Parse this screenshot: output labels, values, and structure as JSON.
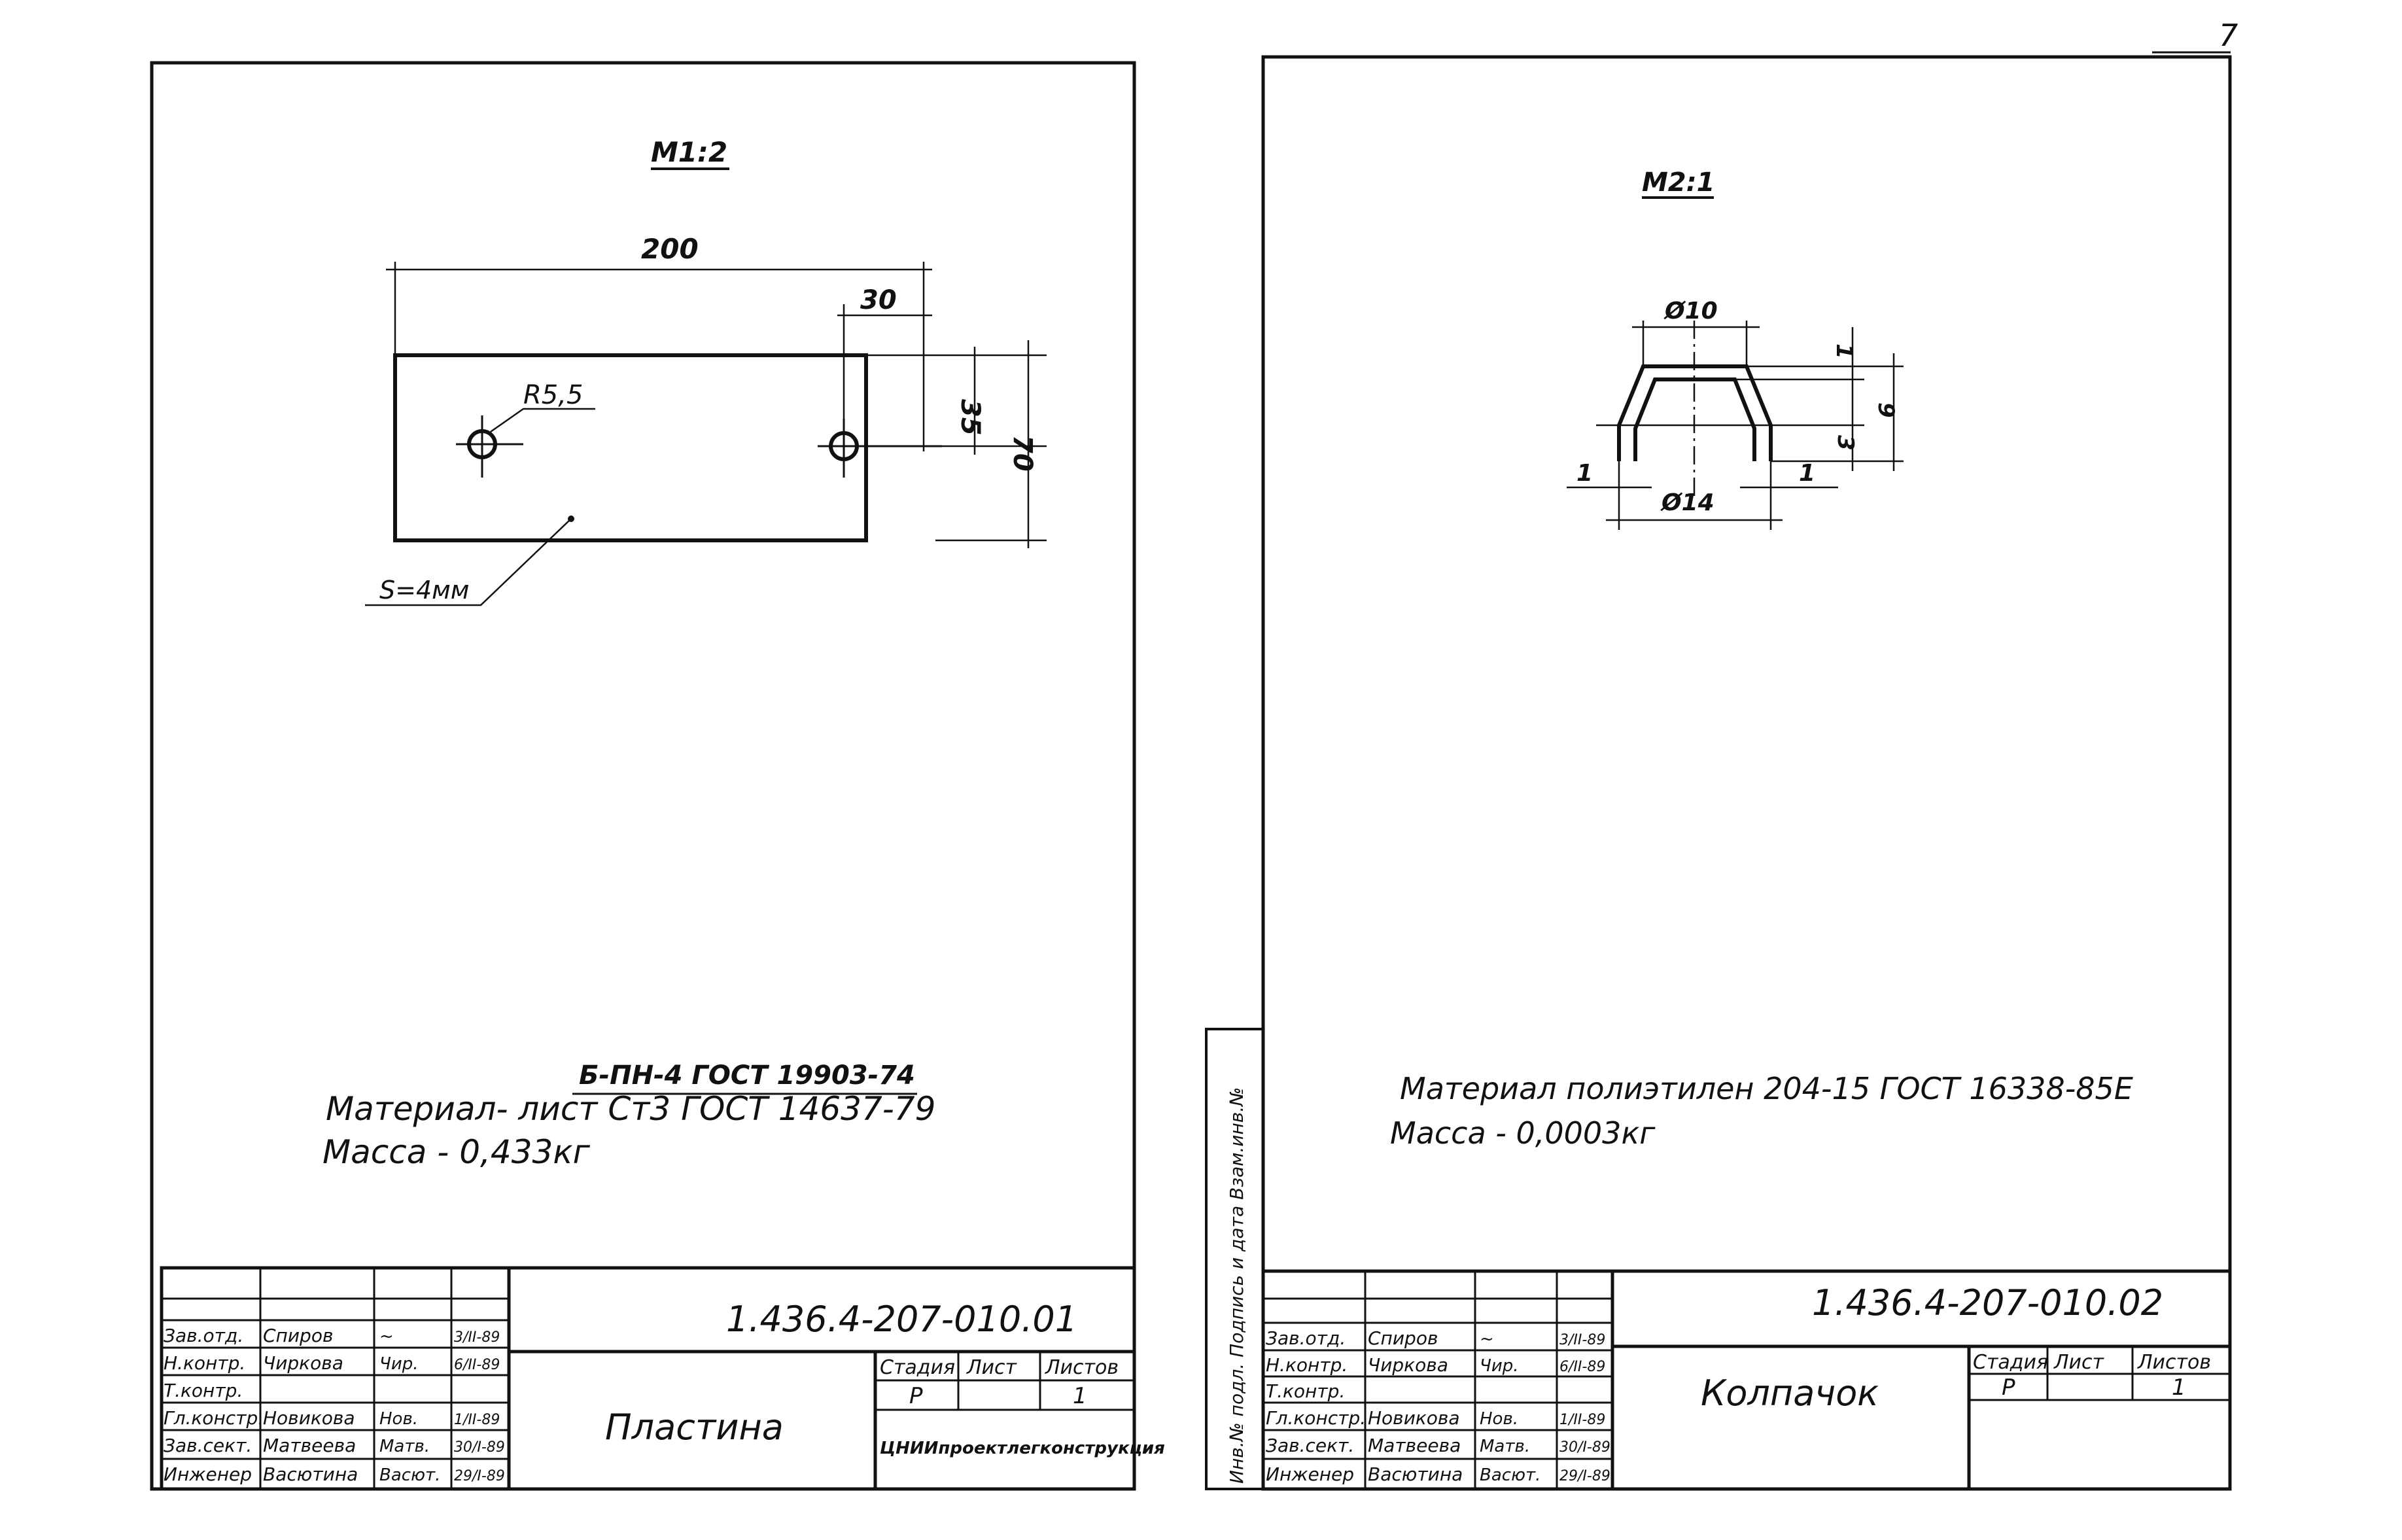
{
  "page_number": "7",
  "sheet_left": {
    "scale": "М1:2",
    "dimensions": {
      "length": "200",
      "hole_offset": "30",
      "hole_height": "35",
      "height": "70",
      "radius": "R5,5",
      "thickness": "S=4мм"
    },
    "material_line1": "Б-ПН-4 ГОСТ 19903-74",
    "material_line2": "Материал- лист    Ст3 ГОСТ 14637-79",
    "mass": "Масса - 0,433кг",
    "title_block": {
      "designation": "1.436.4-207-010.01",
      "title": "Пластина",
      "headers": {
        "stage": "Стадия",
        "sheet": "Лист",
        "sheets": "Листов"
      },
      "values": {
        "stage": "Р",
        "sheet": "",
        "sheets": "1"
      },
      "organization": "ЦНИИпроектлегконструкция",
      "rows": [
        {
          "role": "Зав.отд.",
          "name": "Спиров",
          "sign": "~",
          "date": "3/II-89"
        },
        {
          "role": "Н.контр.",
          "name": "Чиркова",
          "sign": "Чир.",
          "date": "6/II-89"
        },
        {
          "role": "Т.контр.",
          "name": "",
          "sign": "",
          "date": ""
        },
        {
          "role": "Гл.констр.",
          "name": "Новикова",
          "sign": "Нов.",
          "date": "1/II-89"
        },
        {
          "role": "Зав.сект.",
          "name": "Матвеева",
          "sign": "Матв.",
          "date": "30/I-89"
        },
        {
          "role": "Инженер",
          "name": "Васютина",
          "sign": "Васют.",
          "date": "29/I-89"
        }
      ]
    }
  },
  "sheet_right": {
    "scale": "М2:1",
    "dimensions": {
      "top_diameter": "Ø10",
      "bottom_diameter": "Ø14",
      "wall_left": "1",
      "wall_right": "1",
      "top_thickness": "1",
      "inner_height": "3",
      "total_height": "9"
    },
    "material": "Материал полиэтилен 204-15 ГОСТ 16338-85Е",
    "mass": "Масса - 0,0003кг",
    "side_stamp": "Инв.№ подл. Подпись и дата Взам.инв.№",
    "title_block": {
      "designation": "1.436.4-207-010.02",
      "title": "Колпачок",
      "headers": {
        "stage": "Стадия",
        "sheet": "Лист",
        "sheets": "Листов"
      },
      "values": {
        "stage": "Р",
        "sheet": "",
        "sheets": "1"
      },
      "rows": [
        {
          "role": "Зав.отд.",
          "name": "Спиров",
          "sign": "~",
          "date": "3/II-89"
        },
        {
          "role": "Н.контр.",
          "name": "Чиркова",
          "sign": "Чир.",
          "date": "6/II-89"
        },
        {
          "role": "Т.контр.",
          "name": "",
          "sign": "",
          "date": ""
        },
        {
          "role": "Гл.констр.",
          "name": "Новикова",
          "sign": "Нов.",
          "date": "1/II-89"
        },
        {
          "role": "Зав.сект.",
          "name": "Матвеева",
          "sign": "Матв.",
          "date": "30/I-89"
        },
        {
          "role": "Инженер",
          "name": "Васютина",
          "sign": "Васют.",
          "date": "29/I-89"
        }
      ]
    }
  }
}
